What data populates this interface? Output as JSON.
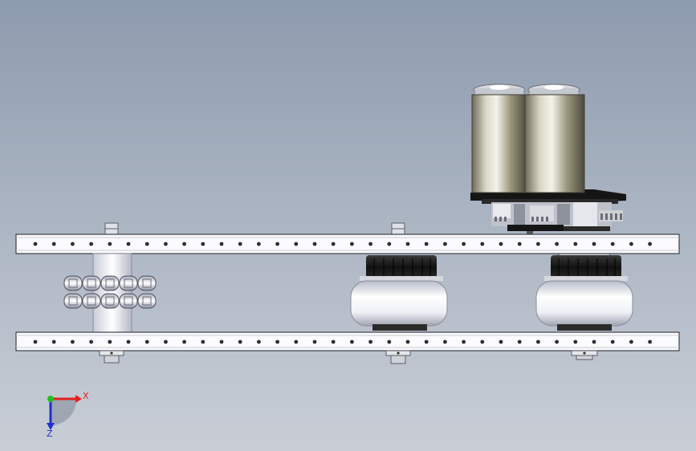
{
  "scene": {
    "type": "CAD drivetrain assembly (top view)",
    "background_top": "#8d9bae",
    "background_bottom": "#c9ced6"
  },
  "parts": {
    "rail_icon": "c-channel-rail-icon",
    "omni_wheel_icon": "omni-wheel-icon",
    "traction_wheel_icon": "traction-wheel-icon",
    "motor_icon": "cim-motor-icon",
    "gearbox_icon": "gearbox-icon"
  },
  "triad": {
    "x_label": "X",
    "z_label": "Z",
    "x_color": "#e02020",
    "y_color": "#20c020",
    "z_color": "#2030d0"
  }
}
